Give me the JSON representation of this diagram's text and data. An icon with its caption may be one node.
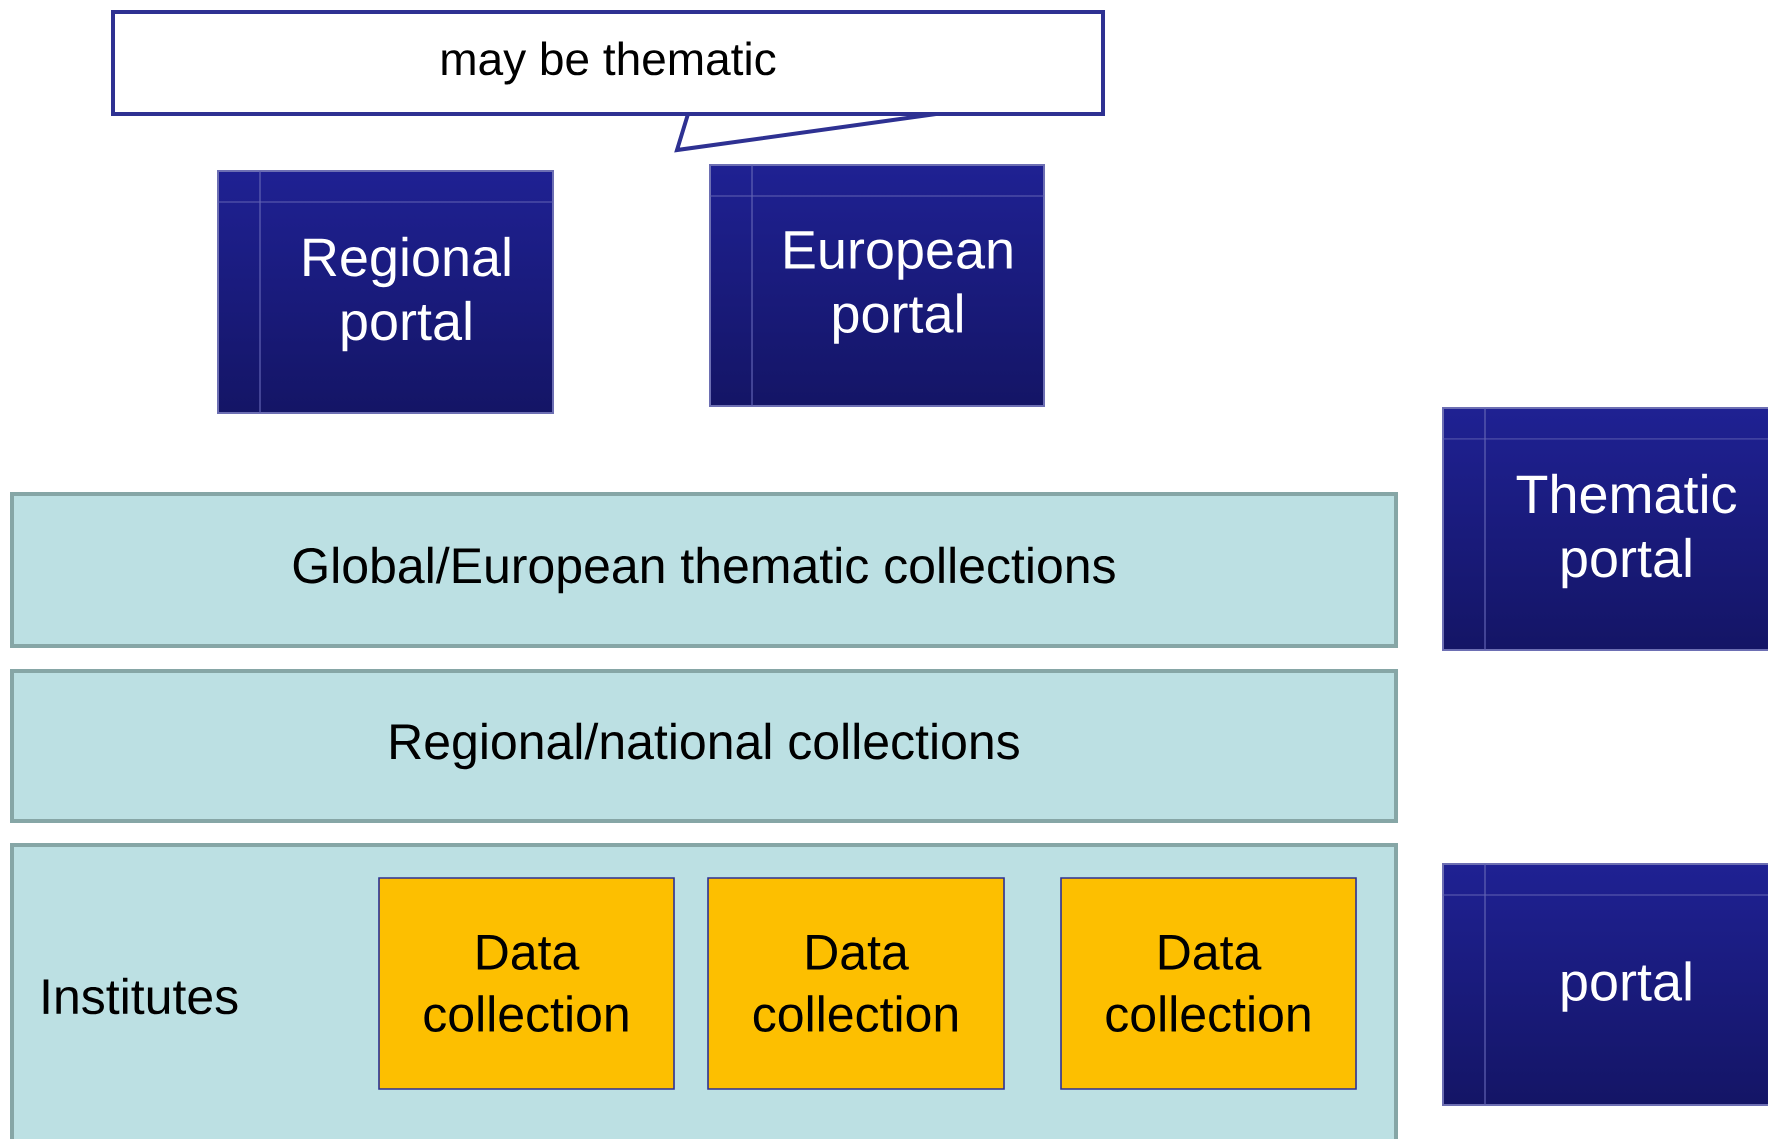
{
  "diagram": {
    "nodes": [
      {
        "text": [
          "may be thematic"
        ]
      },
      {
        "text": [
          "Regional portal"
        ]
      },
      {
        "text": [
          "European portal"
        ]
      },
      {
        "text": [
          "Thematic portal"
        ]
      },
      {
        "text": [
          "Global/European thematic collections"
        ]
      },
      {
        "text": [
          "Regional/national collections"
        ]
      },
      {
        "text": [
          "Institutes"
        ]
      },
      {
        "text": [
          "Data collection"
        ],
        "in": 6
      },
      {
        "text": [
          "Data collection"
        ],
        "in": 6
      },
      {
        "text": [
          "Data collection"
        ],
        "in": 6
      },
      {
        "text": [
          "portal"
        ]
      }
    ]
  }
}
